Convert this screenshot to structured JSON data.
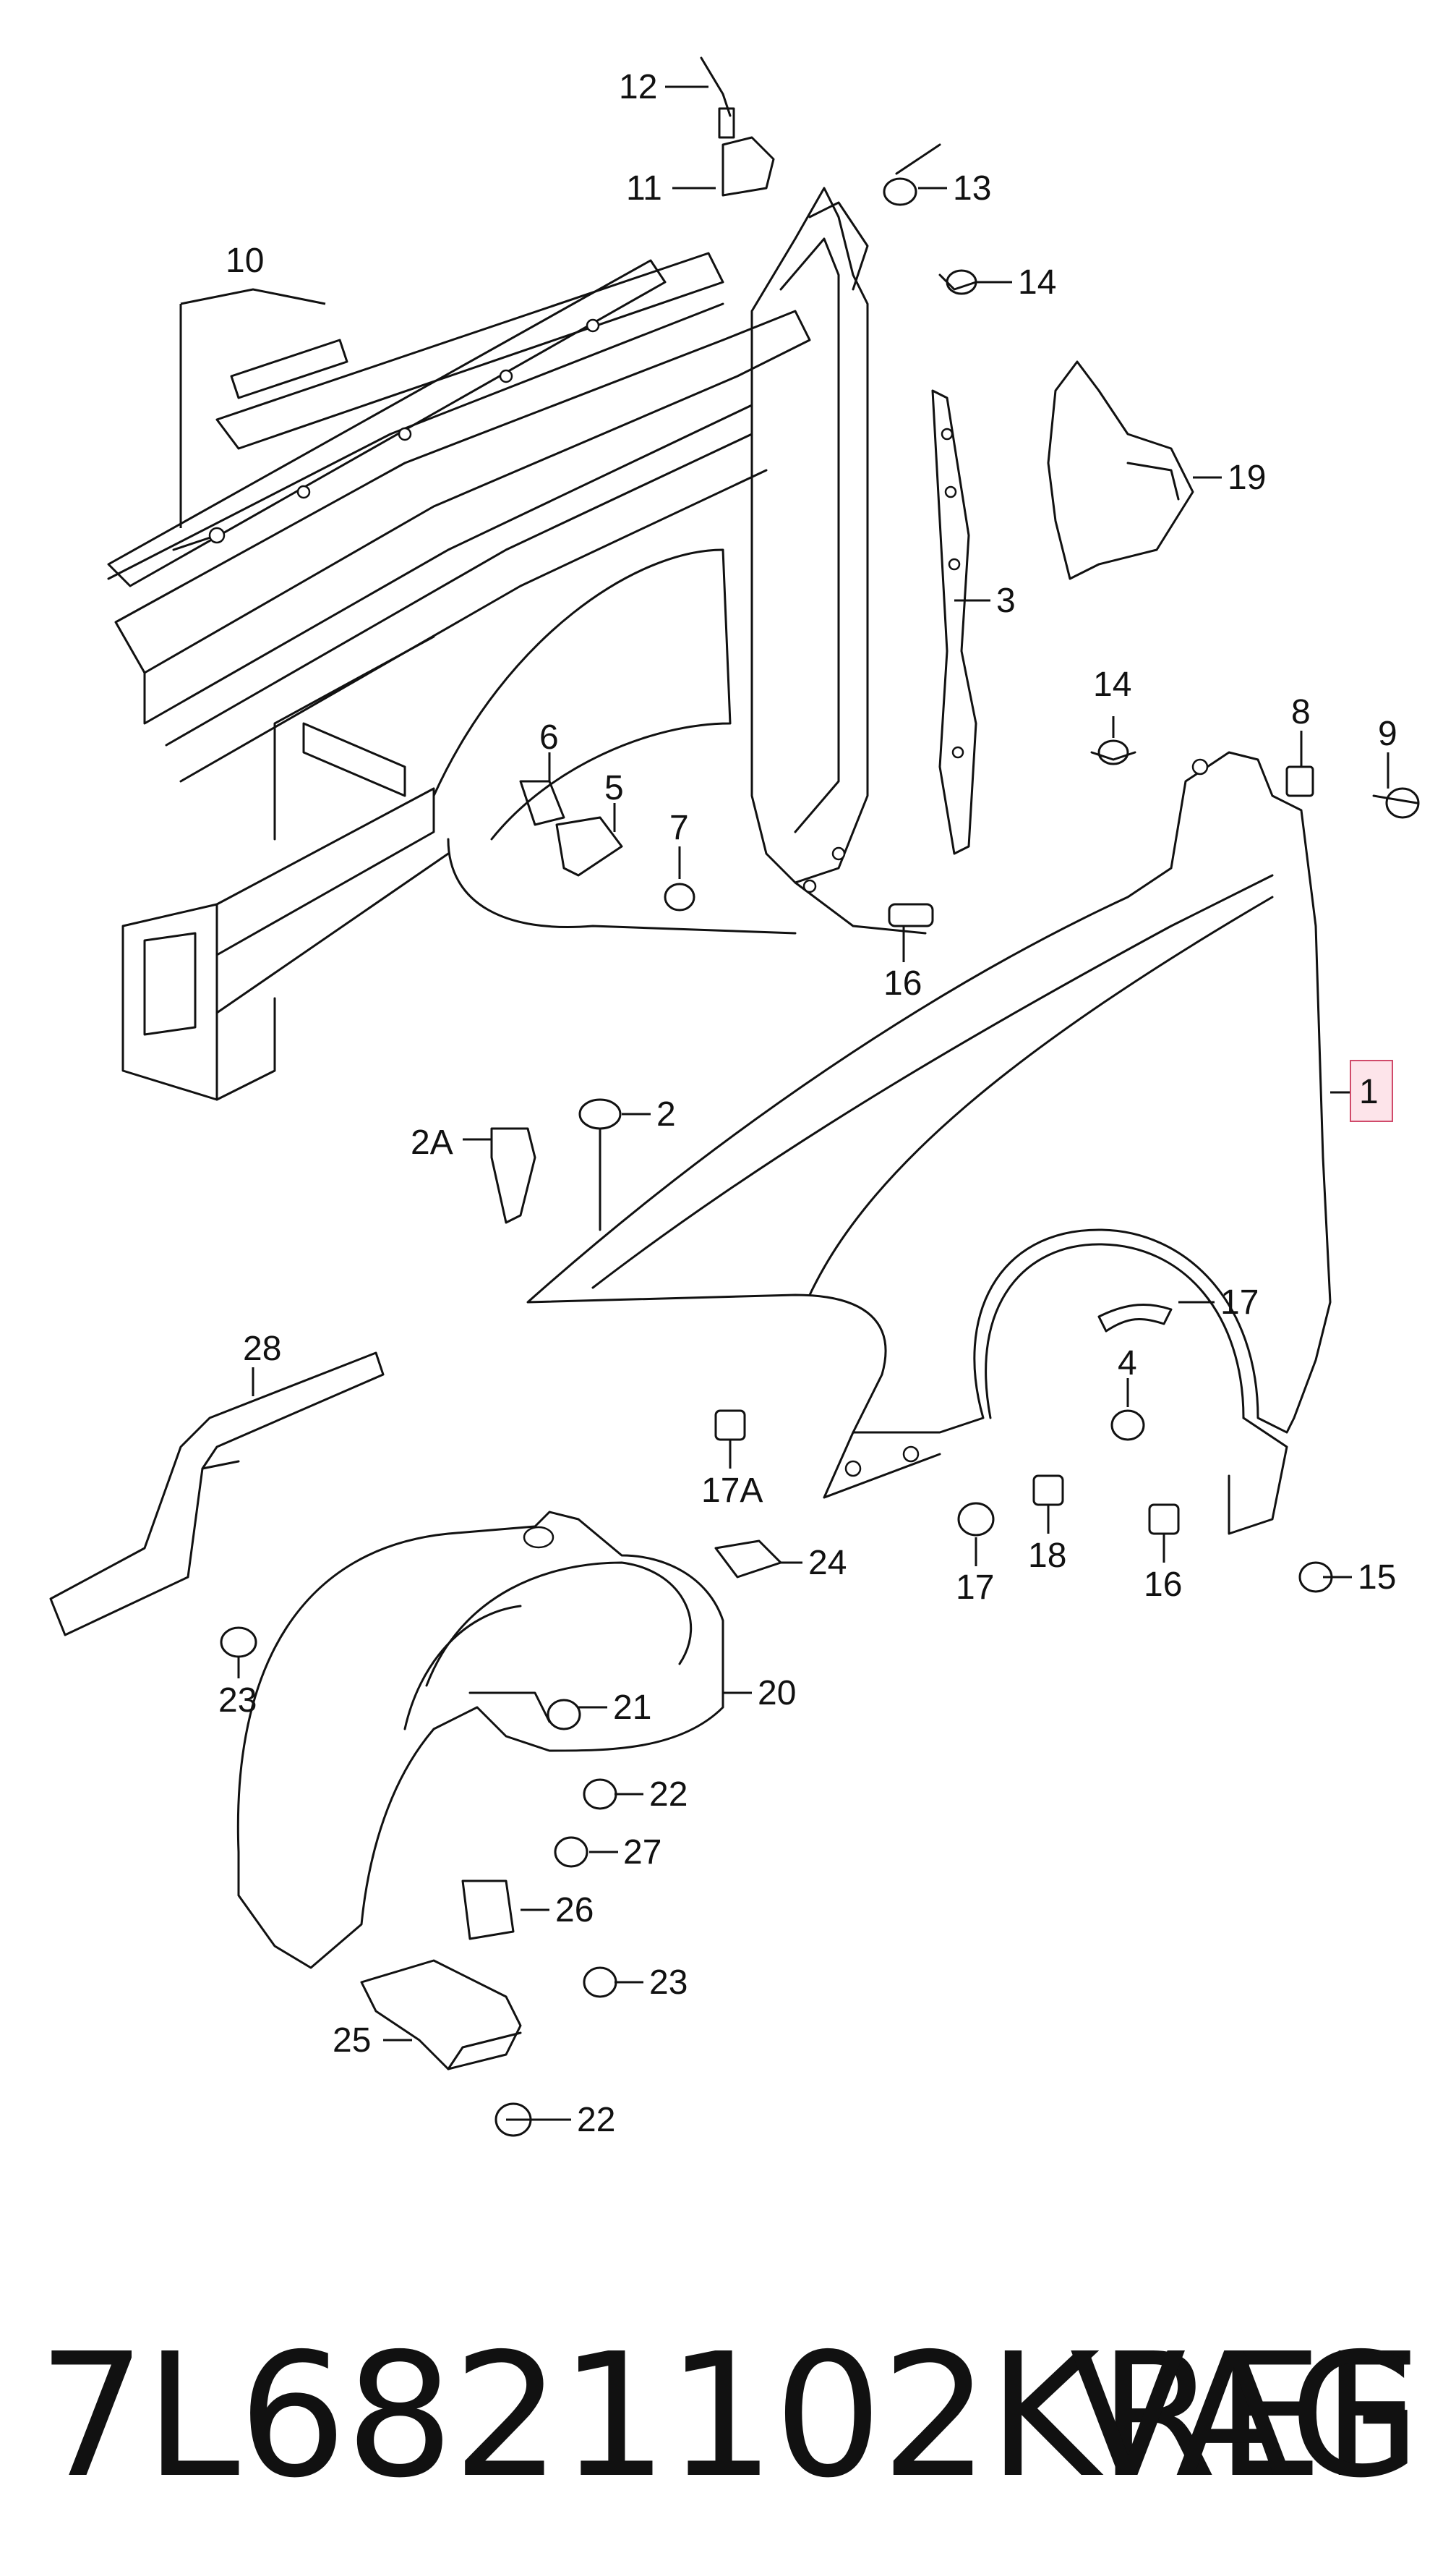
{
  "callouts": [
    {
      "id": "1",
      "label": "1",
      "highlighted": true
    },
    {
      "id": "2",
      "label": "2"
    },
    {
      "id": "2A",
      "label": "2A"
    },
    {
      "id": "3",
      "label": "3"
    },
    {
      "id": "4",
      "label": "4"
    },
    {
      "id": "5",
      "label": "5"
    },
    {
      "id": "6",
      "label": "6"
    },
    {
      "id": "7",
      "label": "7"
    },
    {
      "id": "8",
      "label": "8"
    },
    {
      "id": "9",
      "label": "9"
    },
    {
      "id": "10",
      "label": "10"
    },
    {
      "id": "11",
      "label": "11"
    },
    {
      "id": "12",
      "label": "12"
    },
    {
      "id": "13",
      "label": "13"
    },
    {
      "id": "14a",
      "label": "14"
    },
    {
      "id": "14b",
      "label": "14"
    },
    {
      "id": "15",
      "label": "15"
    },
    {
      "id": "16a",
      "label": "16"
    },
    {
      "id": "16b",
      "label": "16"
    },
    {
      "id": "17a",
      "label": "17"
    },
    {
      "id": "17b",
      "label": "17"
    },
    {
      "id": "17A",
      "label": "17A"
    },
    {
      "id": "18",
      "label": "18"
    },
    {
      "id": "19",
      "label": "19"
    },
    {
      "id": "20",
      "label": "20"
    },
    {
      "id": "21",
      "label": "21"
    },
    {
      "id": "22a",
      "label": "22"
    },
    {
      "id": "22b",
      "label": "22"
    },
    {
      "id": "23a",
      "label": "23"
    },
    {
      "id": "23b",
      "label": "23"
    },
    {
      "id": "24",
      "label": "24"
    },
    {
      "id": "25",
      "label": "25"
    },
    {
      "id": "26",
      "label": "26"
    },
    {
      "id": "27",
      "label": "27"
    },
    {
      "id": "28",
      "label": "28"
    }
  ],
  "footer": {
    "part_number": "7L6821102KREF",
    "brand": "VAG"
  },
  "colors": {
    "line": "#111111",
    "highlight_fill": "#fde4ea",
    "highlight_stroke": "#d04a6a"
  }
}
